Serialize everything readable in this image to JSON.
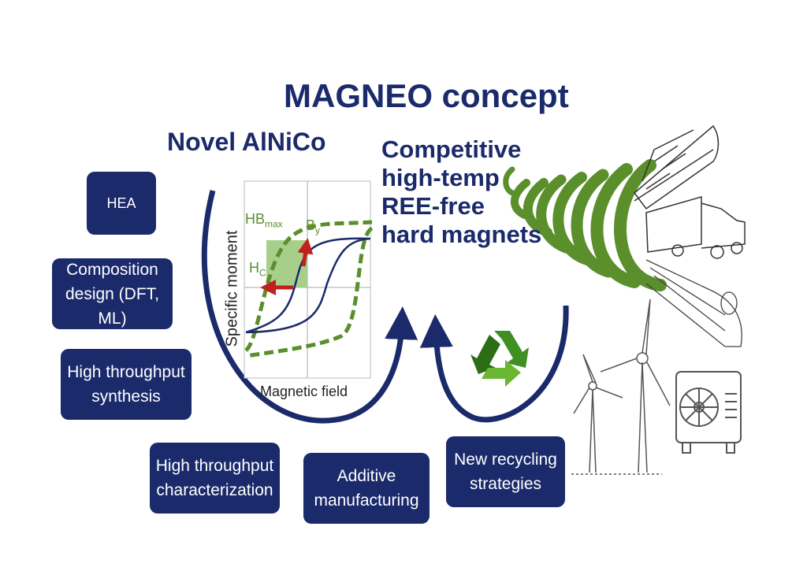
{
  "title": "MAGNEO concept",
  "left_heading": "Novel AlNiCo",
  "right_heading": [
    "Competitive",
    "high-temp",
    "REE-free",
    "hard magnets"
  ],
  "boxes": {
    "hea": [
      "HEA"
    ],
    "composition": [
      "Composition",
      "design (DFT, ML)"
    ],
    "synthesis": [
      "High throughput",
      "synthesis"
    ],
    "characterization": [
      "High throughput",
      "characterization"
    ],
    "additive": [
      "Additive",
      "manufacturing"
    ],
    "recycling": [
      "New recycling",
      "strategies"
    ]
  },
  "plot": {
    "ylabel": "Specific moment",
    "xlabel": "Magnetic field",
    "hbmax": "HB",
    "hbmax_sub": "max",
    "by": "B",
    "by_sub": "y",
    "hc": "H",
    "hc_sub": "C"
  },
  "colors": {
    "navy": "#1b2a6b",
    "green": "#5a8f2c",
    "red": "#c0201e",
    "shade": "#a8cf8a"
  }
}
